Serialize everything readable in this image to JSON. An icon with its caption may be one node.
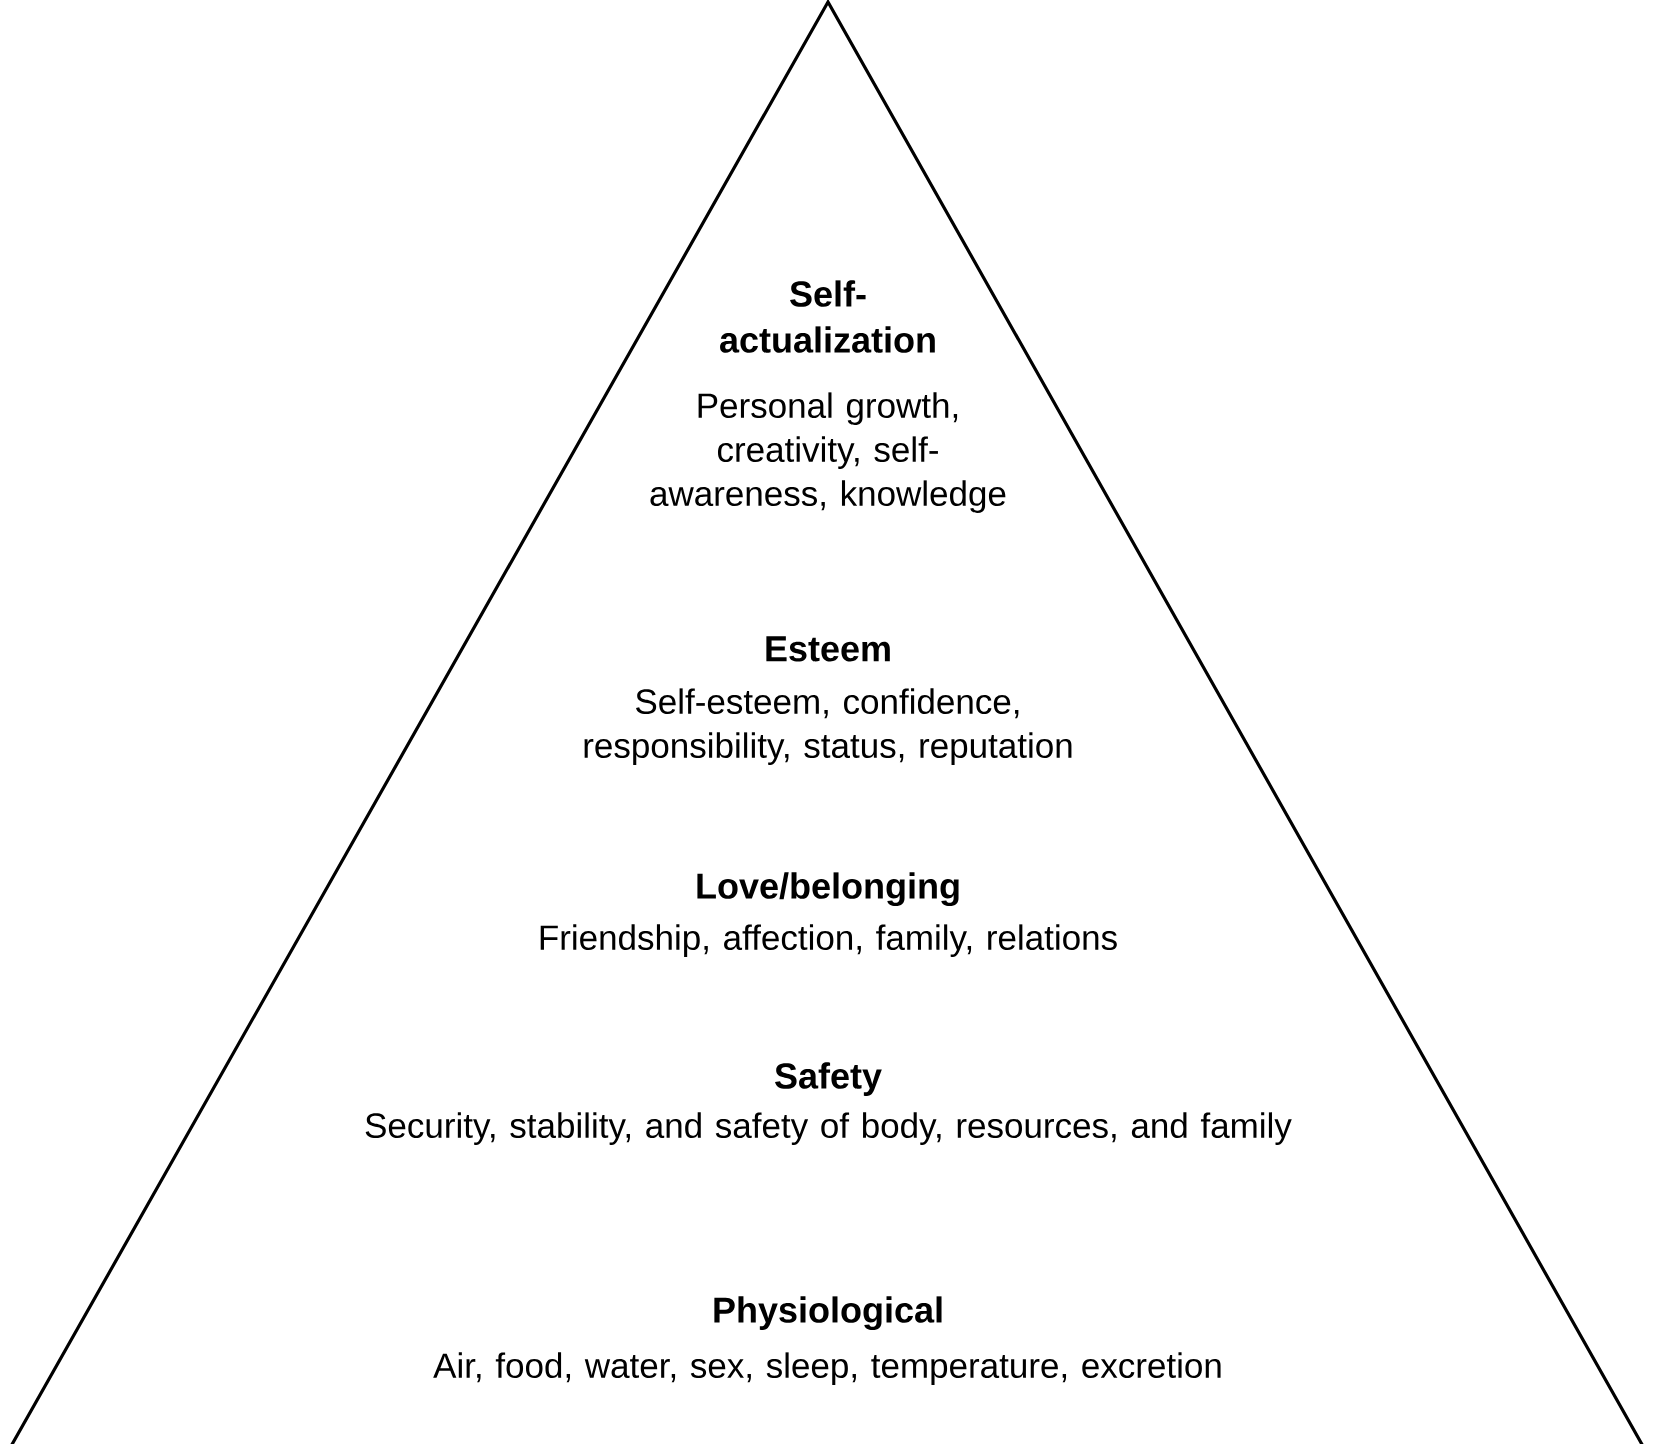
{
  "diagram": {
    "nodes": [
      {
        "text": [
          "Self-actualization",
          "Personal growth, creativity, self-awareness, knowledge",
          "Esteem",
          "Self-esteem, confidence, responsibility, status, reputation",
          "Love/belonging",
          "Friendship, affection, family, relations",
          "Safety",
          "Security, stability, and safety of body, resources, and family",
          "Physiological",
          "Air, food, water, sex, sleep, temperature, excretion"
        ]
      }
    ]
  }
}
